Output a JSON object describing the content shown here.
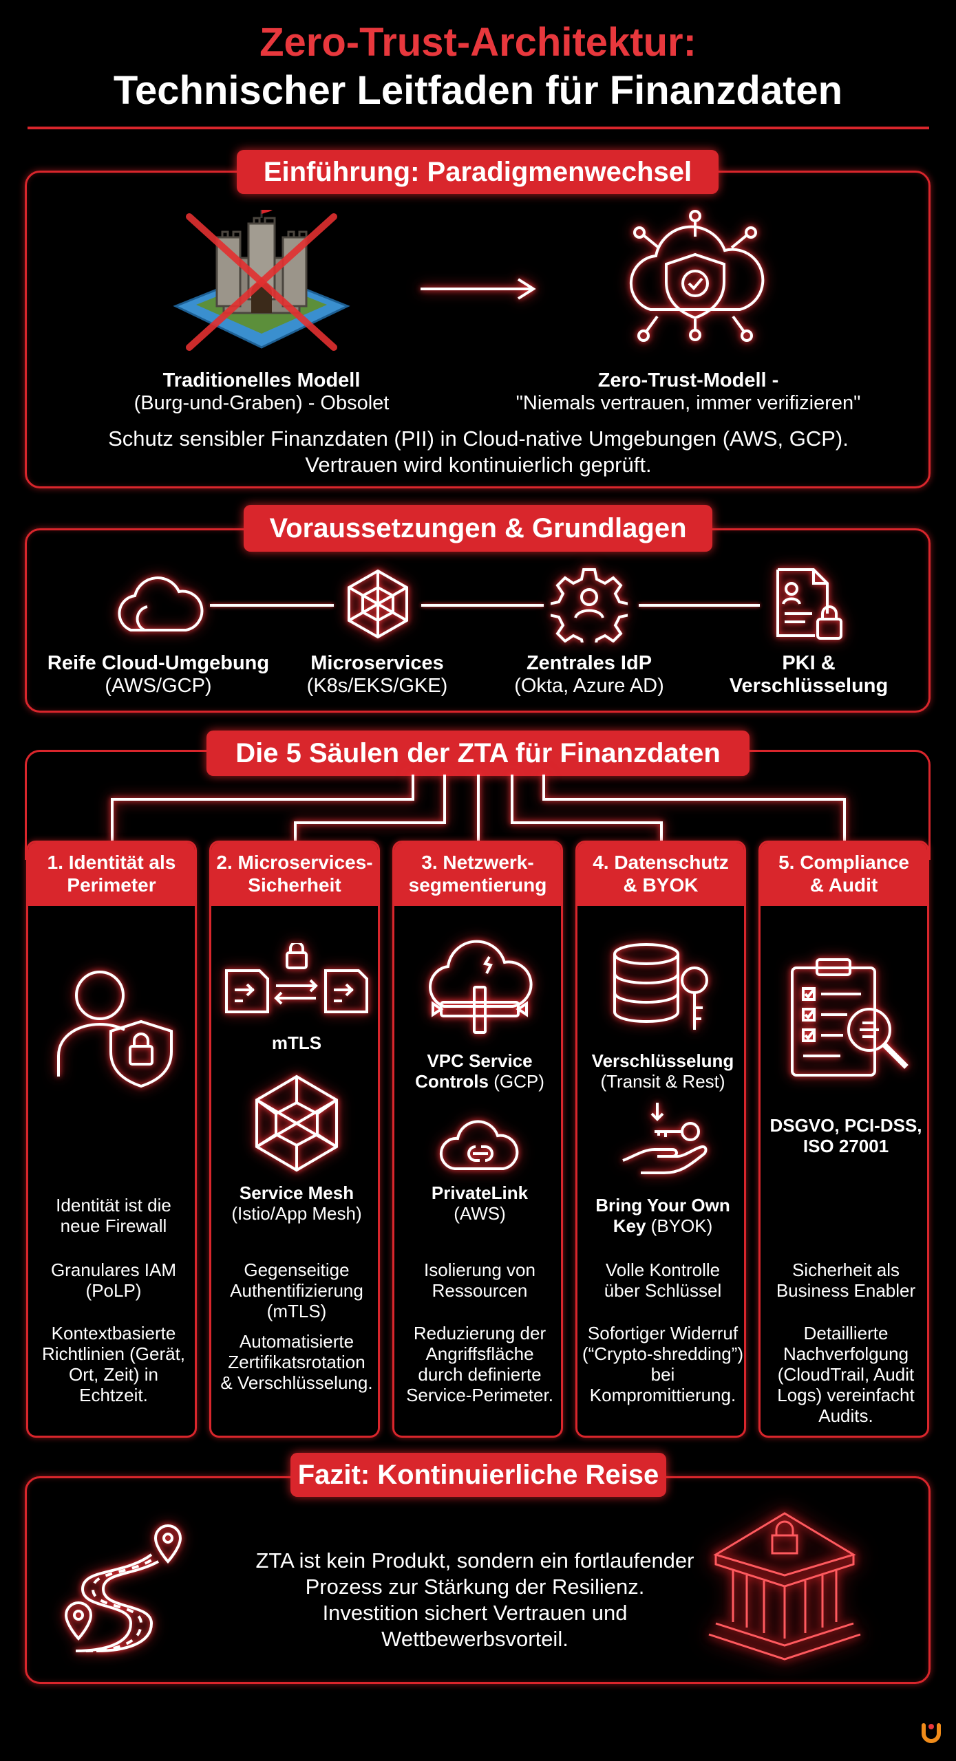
{
  "title": {
    "line1": "Zero-Trust-Architektur:",
    "line2": "Technischer Leitfaden für Finanzdaten"
  },
  "intro": {
    "header": "Einführung: Paradigmenwechsel",
    "traditional_title": "Traditionelles Modell",
    "traditional_sub": "(Burg-und-Graben) - Obsolet",
    "zt_title": "Zero-Trust-Modell -",
    "zt_sub": "\"Niemals vertrauen, immer verifizieren\"",
    "desc_line1": "Schutz sensibler Finanzdaten (PII) in Cloud-native Umgebungen (AWS, GCP).",
    "desc_line2": "Vertrauen wird kontinuierlich geprüft."
  },
  "prereq": {
    "header": "Voraussetzungen & Grundlagen",
    "items": [
      {
        "title": "Reife Cloud-Umgebung",
        "sub": "(AWS/GCP)",
        "icon": "cloud-icon"
      },
      {
        "title": "Microservices",
        "sub": "(K8s/EKS/GKE)",
        "icon": "network-icon"
      },
      {
        "title": "Zentrales IdP",
        "sub": "(Okta, Azure AD)",
        "icon": "gear-user-icon"
      },
      {
        "title": "PKI &",
        "sub": "Verschlüsselung",
        "icon": "document-lock-icon"
      }
    ]
  },
  "pillars": {
    "header": "Die 5 Säulen der ZTA für Finanzdaten",
    "columns": [
      {
        "head1": "1. Identität als",
        "head2": "Perimeter",
        "t1": "Identität ist die",
        "t2": "neue Firewall",
        "t3": "Granulares IAM",
        "t4": "(PoLP)",
        "t5": "Kontextbasierte",
        "t6": "Richtlinien (Gerät,",
        "t7": "Ort, Zeit) in",
        "t8": "Echtzeit."
      },
      {
        "head1": "2. Microservices-",
        "head2": "Sicherheit",
        "label_mtls": "mTLS",
        "mesh_title": "Service Mesh",
        "mesh_sub": "(Istio/App Mesh)",
        "t1": "Gegenseitige",
        "t2": "Authentifizierung",
        "t3": "(mTLS)",
        "t4": "Automatisierte",
        "t5": "Zertifikatsrotation",
        "t6": "& Verschlüsselung."
      },
      {
        "head1": "3. Netzwerk-",
        "head2": "segmentierung",
        "vpc_title1": "VPC Service",
        "vpc_title2": "Controls",
        "vpc_sub": "(GCP)",
        "pl_title": "PrivateLink",
        "pl_sub": "(AWS)",
        "t1": "Isolierung von",
        "t2": "Ressourcen",
        "t3": "Reduzierung der",
        "t4": "Angriffsfläche",
        "t5": "durch definierte",
        "t6": "Service-Perimeter."
      },
      {
        "head1": "4. Datenschutz",
        "head2": "& BYOK",
        "enc_title": "Verschlüsselung",
        "enc_sub": "(Transit & Rest)",
        "byok_title1": "Bring Your Own",
        "byok_title2": "Key",
        "byok_sub": "(BYOK)",
        "t1": "Volle Kontrolle",
        "t2": "über Schlüssel",
        "t3": "Sofortiger Widerruf",
        "t4": "(“Crypto-shredding”)",
        "t5": "bei",
        "t6": "Kompromittierung."
      },
      {
        "head1": "5. Compliance",
        "head2": "& Audit",
        "std1": "DSGVO, PCI-DSS,",
        "std2": "ISO 27001",
        "t1": "Sicherheit als",
        "t2": "Business Enabler",
        "t3": "Detaillierte",
        "t4": "Nachverfolgung",
        "t5": "(CloudTrail, Audit",
        "t6": "Logs) vereinfacht",
        "t7": "Audits."
      }
    ]
  },
  "conclusion": {
    "header": "Fazit: Kontinuierliche Reise",
    "line1": "ZTA ist kein Produkt, sondern ein fortlaufender",
    "line2": "Prozess zur Stärkung der Resilienz.",
    "line3": "Investition sichert Vertrauen und",
    "line4": "Wettbewerbsvorteil."
  },
  "colors": {
    "accent": "#d9262c",
    "background": "#000000",
    "text": "#ffffff"
  }
}
